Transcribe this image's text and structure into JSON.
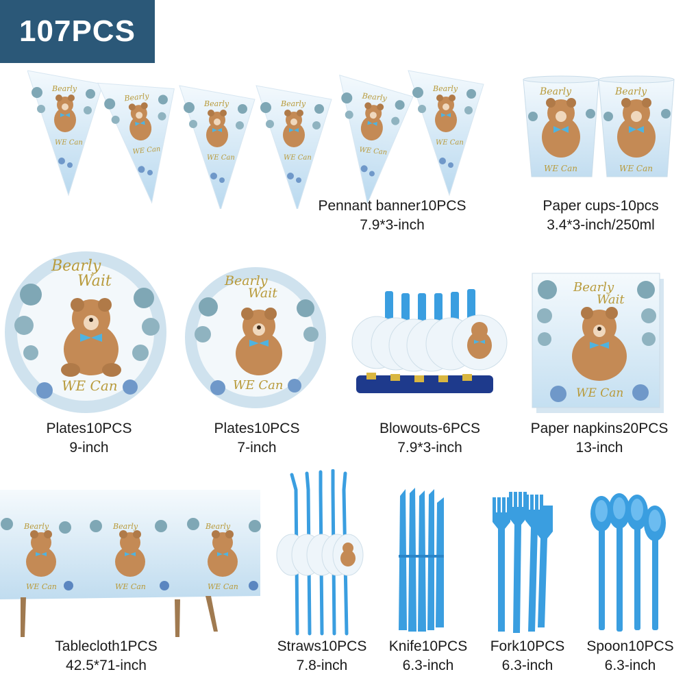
{
  "badge": "107PCS",
  "products": {
    "pennant": {
      "name": "Pennant banner10PCS",
      "size": "7.9*3-inch"
    },
    "cups": {
      "name": "Paper cups-10pcs",
      "size": "3.4*3-inch/250ml"
    },
    "plates9": {
      "name": "Plates10PCS",
      "size": "9-inch"
    },
    "plates7": {
      "name": "Plates10PCS",
      "size": "7-inch"
    },
    "blowouts": {
      "name": "Blowouts-6PCS",
      "size": "7.9*3-inch"
    },
    "napkins": {
      "name": "Paper napkins20PCS",
      "size": "13-inch"
    },
    "tablecloth": {
      "name": "Tablecloth1PCS",
      "size": "42.5*71-inch"
    },
    "straws": {
      "name": "Straws10PCS",
      "size": "7.8-inch"
    },
    "knife": {
      "name": "Knife10PCS",
      "size": "6.3-inch"
    },
    "fork": {
      "name": "Fork10PCS",
      "size": "6.3-inch"
    },
    "spoon": {
      "name": "Spoon10PCS",
      "size": "6.3-inch"
    }
  },
  "print": {
    "line1": "Bearly",
    "line2": "Wait",
    "line3": "WE Can"
  },
  "colors": {
    "badge": "#2b5878",
    "cutlery": "#3a9ee0",
    "paper": "#dcecf7",
    "bear": "#c48a55",
    "gold": "#b89a3a"
  }
}
